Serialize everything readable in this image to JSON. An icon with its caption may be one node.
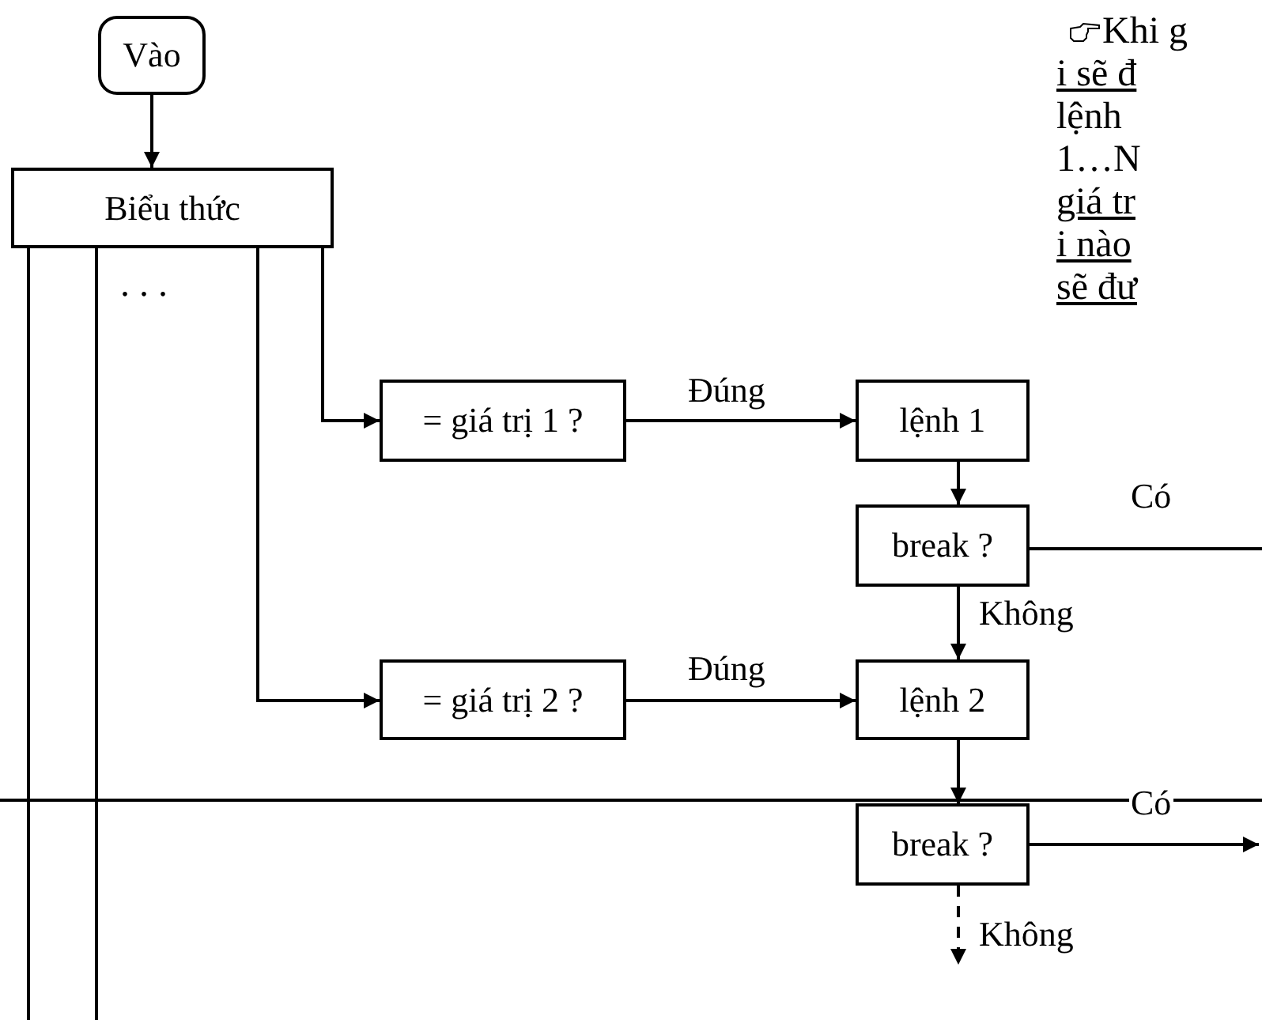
{
  "diagram": {
    "nodes": [
      {
        "text": [
          "Vào"
        ]
      },
      {
        "text": [
          "Biểu thức"
        ]
      },
      {
        "text": [
          "= giá trị 1 ?"
        ]
      },
      {
        "text": [
          "lệnh 1"
        ]
      },
      {
        "text": [
          "break ?"
        ]
      },
      {
        "text": [
          "= giá trị 2 ?"
        ]
      },
      {
        "text": [
          "lệnh 2"
        ]
      },
      {
        "text": [
          "break ?"
        ]
      }
    ],
    "edges": [
      {
        "from": 0,
        "to": 1,
        "arrow": "to"
      },
      {
        "from": 1,
        "to": 2,
        "arrow": "to"
      },
      {
        "from": 2,
        "to": 3,
        "arrow": "to",
        "label": "Đúng"
      },
      {
        "from": 3,
        "to": 4,
        "arrow": "to"
      },
      {
        "from": 4,
        "to": null,
        "arrow": "none",
        "label": "Có"
      },
      {
        "from": 4,
        "to": 6,
        "arrow": "to",
        "label": "Không"
      },
      {
        "from": 1,
        "to": 5,
        "arrow": "to"
      },
      {
        "from": 5,
        "to": 6,
        "arrow": "to",
        "label": "Đúng"
      },
      {
        "from": 6,
        "to": 7,
        "arrow": "to"
      },
      {
        "from": 7,
        "to": null,
        "arrow": "to",
        "label": "Có"
      },
      {
        "from": 7,
        "to": null,
        "arrow": "to",
        "label": "Không",
        "style": "dashed"
      },
      {
        "from": 1,
        "to": null,
        "arrow": "none"
      },
      {
        "from": 1,
        "to": null,
        "arrow": "none"
      }
    ],
    "labels": [
      ". . .",
      "Khi g",
      "i sẽ đ",
      "lệnh",
      "1…N",
      "giá tr",
      "i nào",
      "sẽ đư"
    ]
  }
}
